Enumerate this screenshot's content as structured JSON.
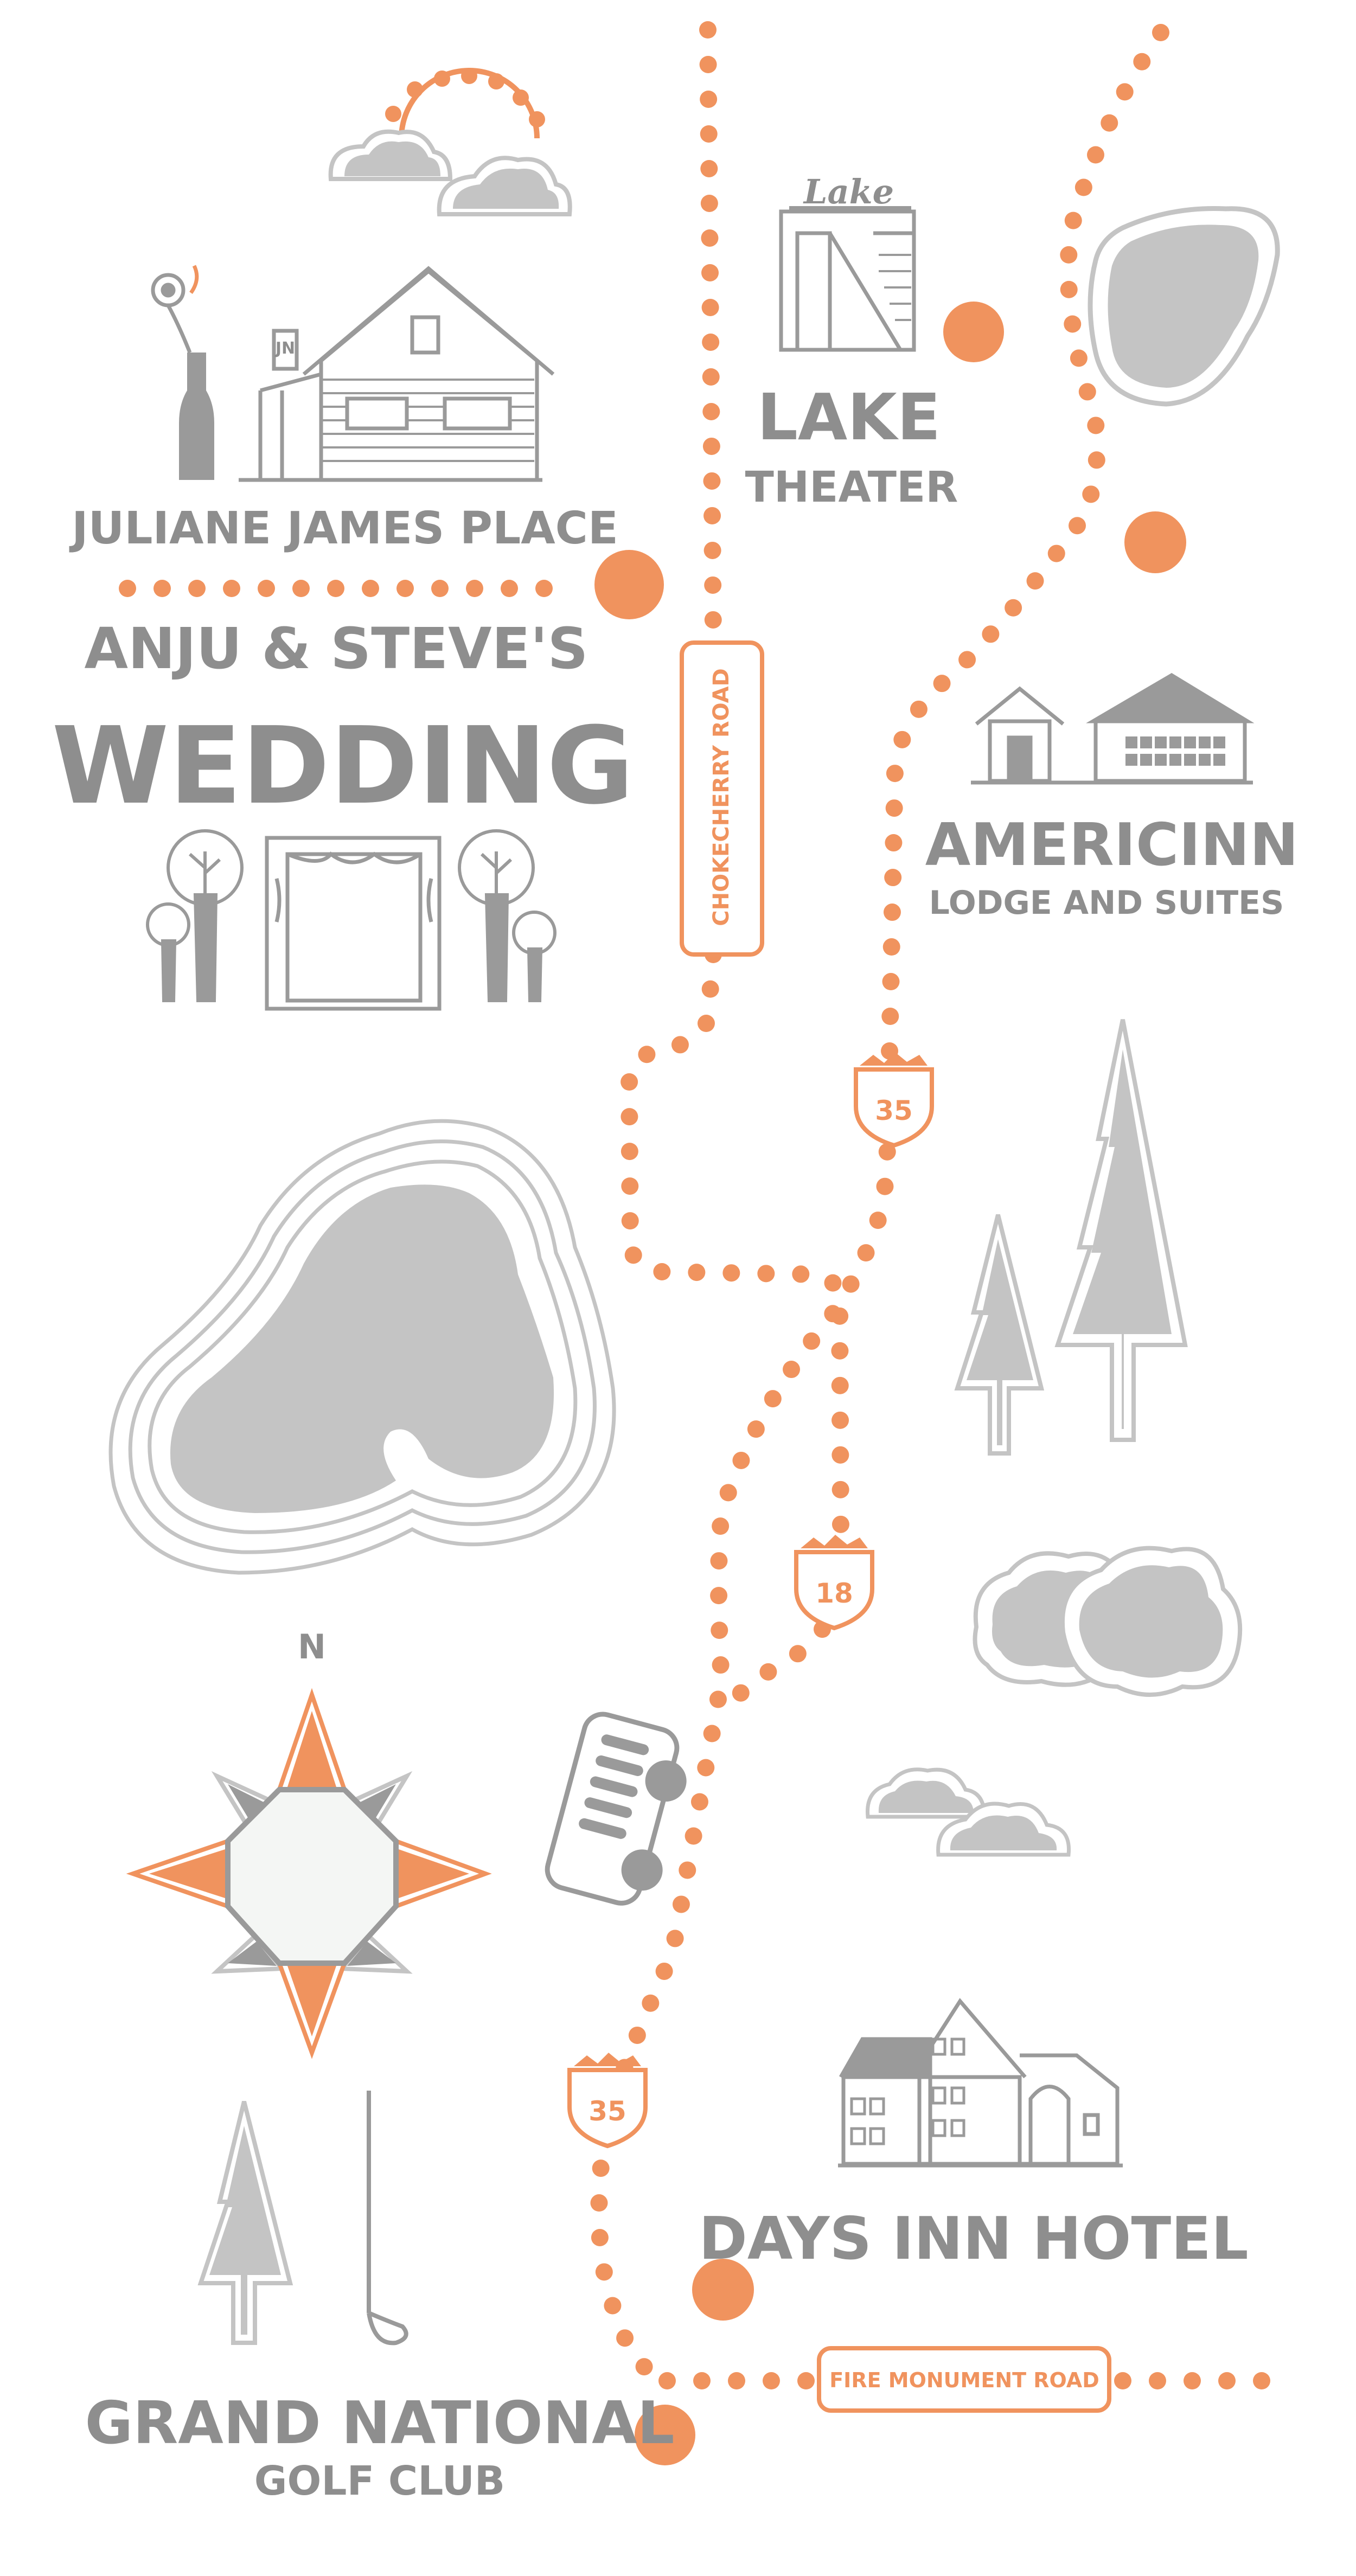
{
  "title": {
    "line1": "ANJU & STEVE'S",
    "line2": "WEDDING"
  },
  "landmarks": {
    "juliane": "JULIANE JAMES PLACE",
    "lake_sign": "Lake",
    "lake_theater_1": "LAKE",
    "lake_theater_2": "THEATER",
    "americinn_1": "AMERICINN",
    "americinn_2": "LODGE AND SUITES",
    "days_inn": "DAYS INN HOTEL",
    "grand_national_1": "GRAND NATIONAL",
    "grand_national_2": "GOLF CLUB",
    "house_sign": "JN"
  },
  "roads": {
    "chokecherry": "CHOKECHERRY ROAD",
    "fire_monument": "FIRE MONUMENT ROAD"
  },
  "shields": {
    "a": "35",
    "b": "18",
    "c": "35"
  },
  "compass": {
    "north": "N"
  },
  "colors": {
    "accent": "#f0935e",
    "gray": "#8e8e8e",
    "light_gray": "#c4c4c4"
  }
}
